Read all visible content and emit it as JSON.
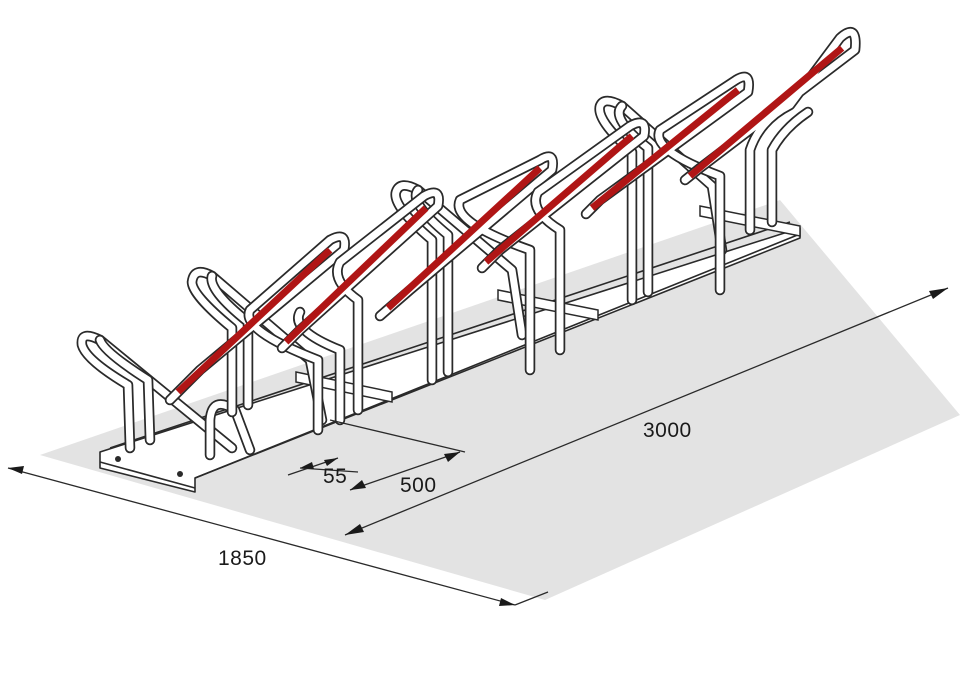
{
  "colors": {
    "floor": "#e3e3e3",
    "tube_outline": "#2a2a2a",
    "tube_fill": "#ffffff",
    "highlight_red": "#b01515"
  },
  "dimensions": {
    "length": "3000",
    "width": "1850",
    "spacing": "500",
    "tube_gap": "55"
  }
}
